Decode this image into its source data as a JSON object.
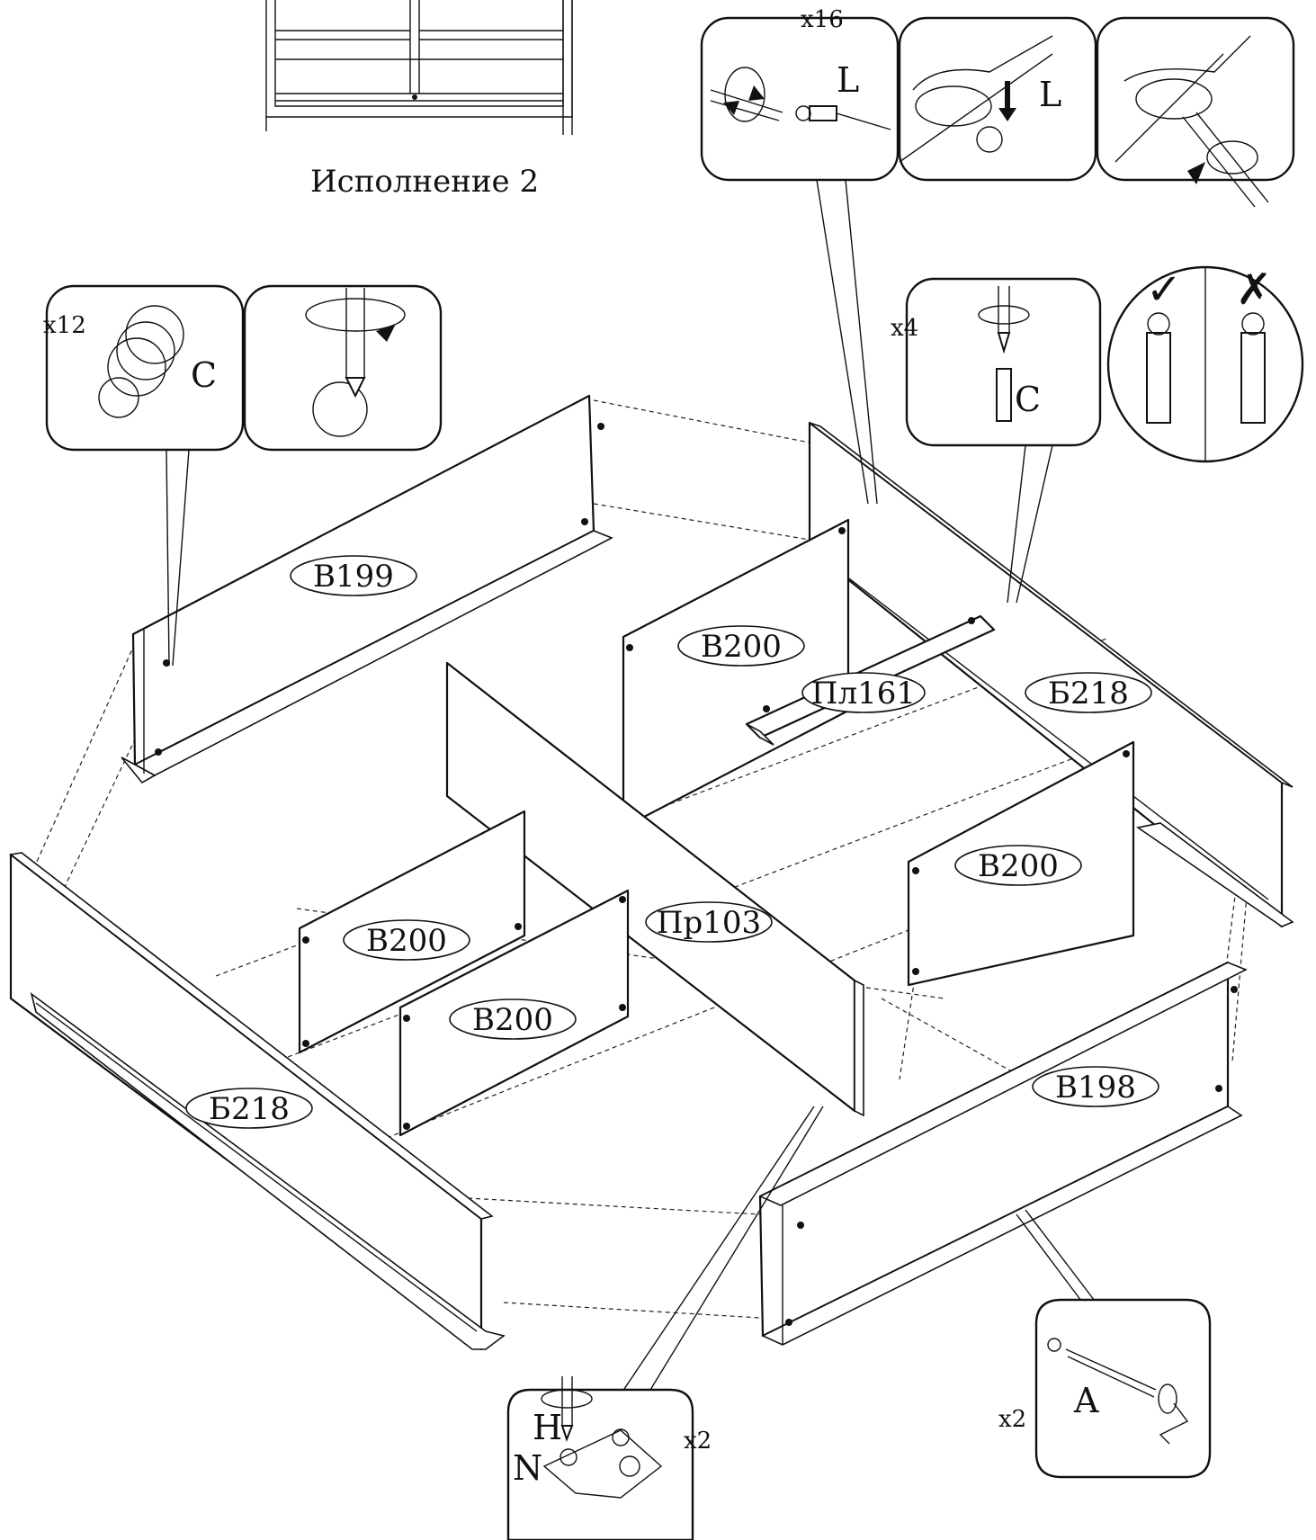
{
  "header": {
    "variant_caption": "Исполнение 2"
  },
  "parts": {
    "v199": "В199",
    "v200_top": "В200",
    "pl161": "Пл161",
    "b218_right": "Б218",
    "v200_right": "В200",
    "v200_left": "В200",
    "pr103": "Пр103",
    "v200_front": "В200",
    "b218_left": "Б218",
    "v198": "В198"
  },
  "callouts": {
    "confirmat_l": {
      "quantity": "x16",
      "letter": "L",
      "letter2": "L"
    },
    "eccentric_c": {
      "quantity": "x12",
      "letter": "C"
    },
    "dowel_c": {
      "quantity": "x4",
      "letter": "C",
      "correct_icon": "check-icon",
      "wrong_icon": "cross-icon"
    },
    "hinge_hn": {
      "quantity": "x2",
      "letter_h": "H",
      "letter_n": "N"
    },
    "screw_a": {
      "quantity": "x2",
      "letter": "A"
    }
  }
}
